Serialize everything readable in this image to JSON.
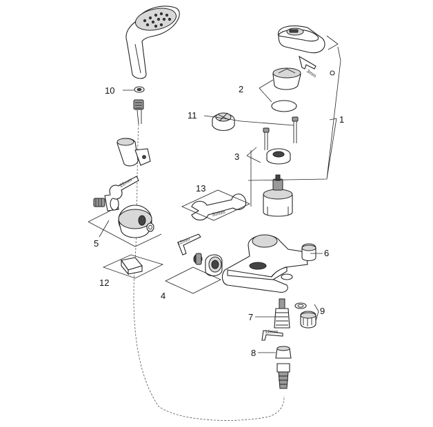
{
  "callouts": {
    "c1": "1",
    "c2": "2",
    "c3": "3",
    "c4": "4",
    "c5": "5",
    "c6": "6",
    "c7": "7",
    "c8": "8",
    "c9": "9",
    "c10": "10",
    "c11": "11",
    "c12": "12",
    "c13": "13"
  },
  "tool_labels": {
    "hex_key_3mm": "3mm",
    "wrench_22mm": "22mm",
    "wrench_30mm": "30mm",
    "hex_key_12mm_a": "12mm",
    "hex_key_12mm_b": "12mm"
  }
}
